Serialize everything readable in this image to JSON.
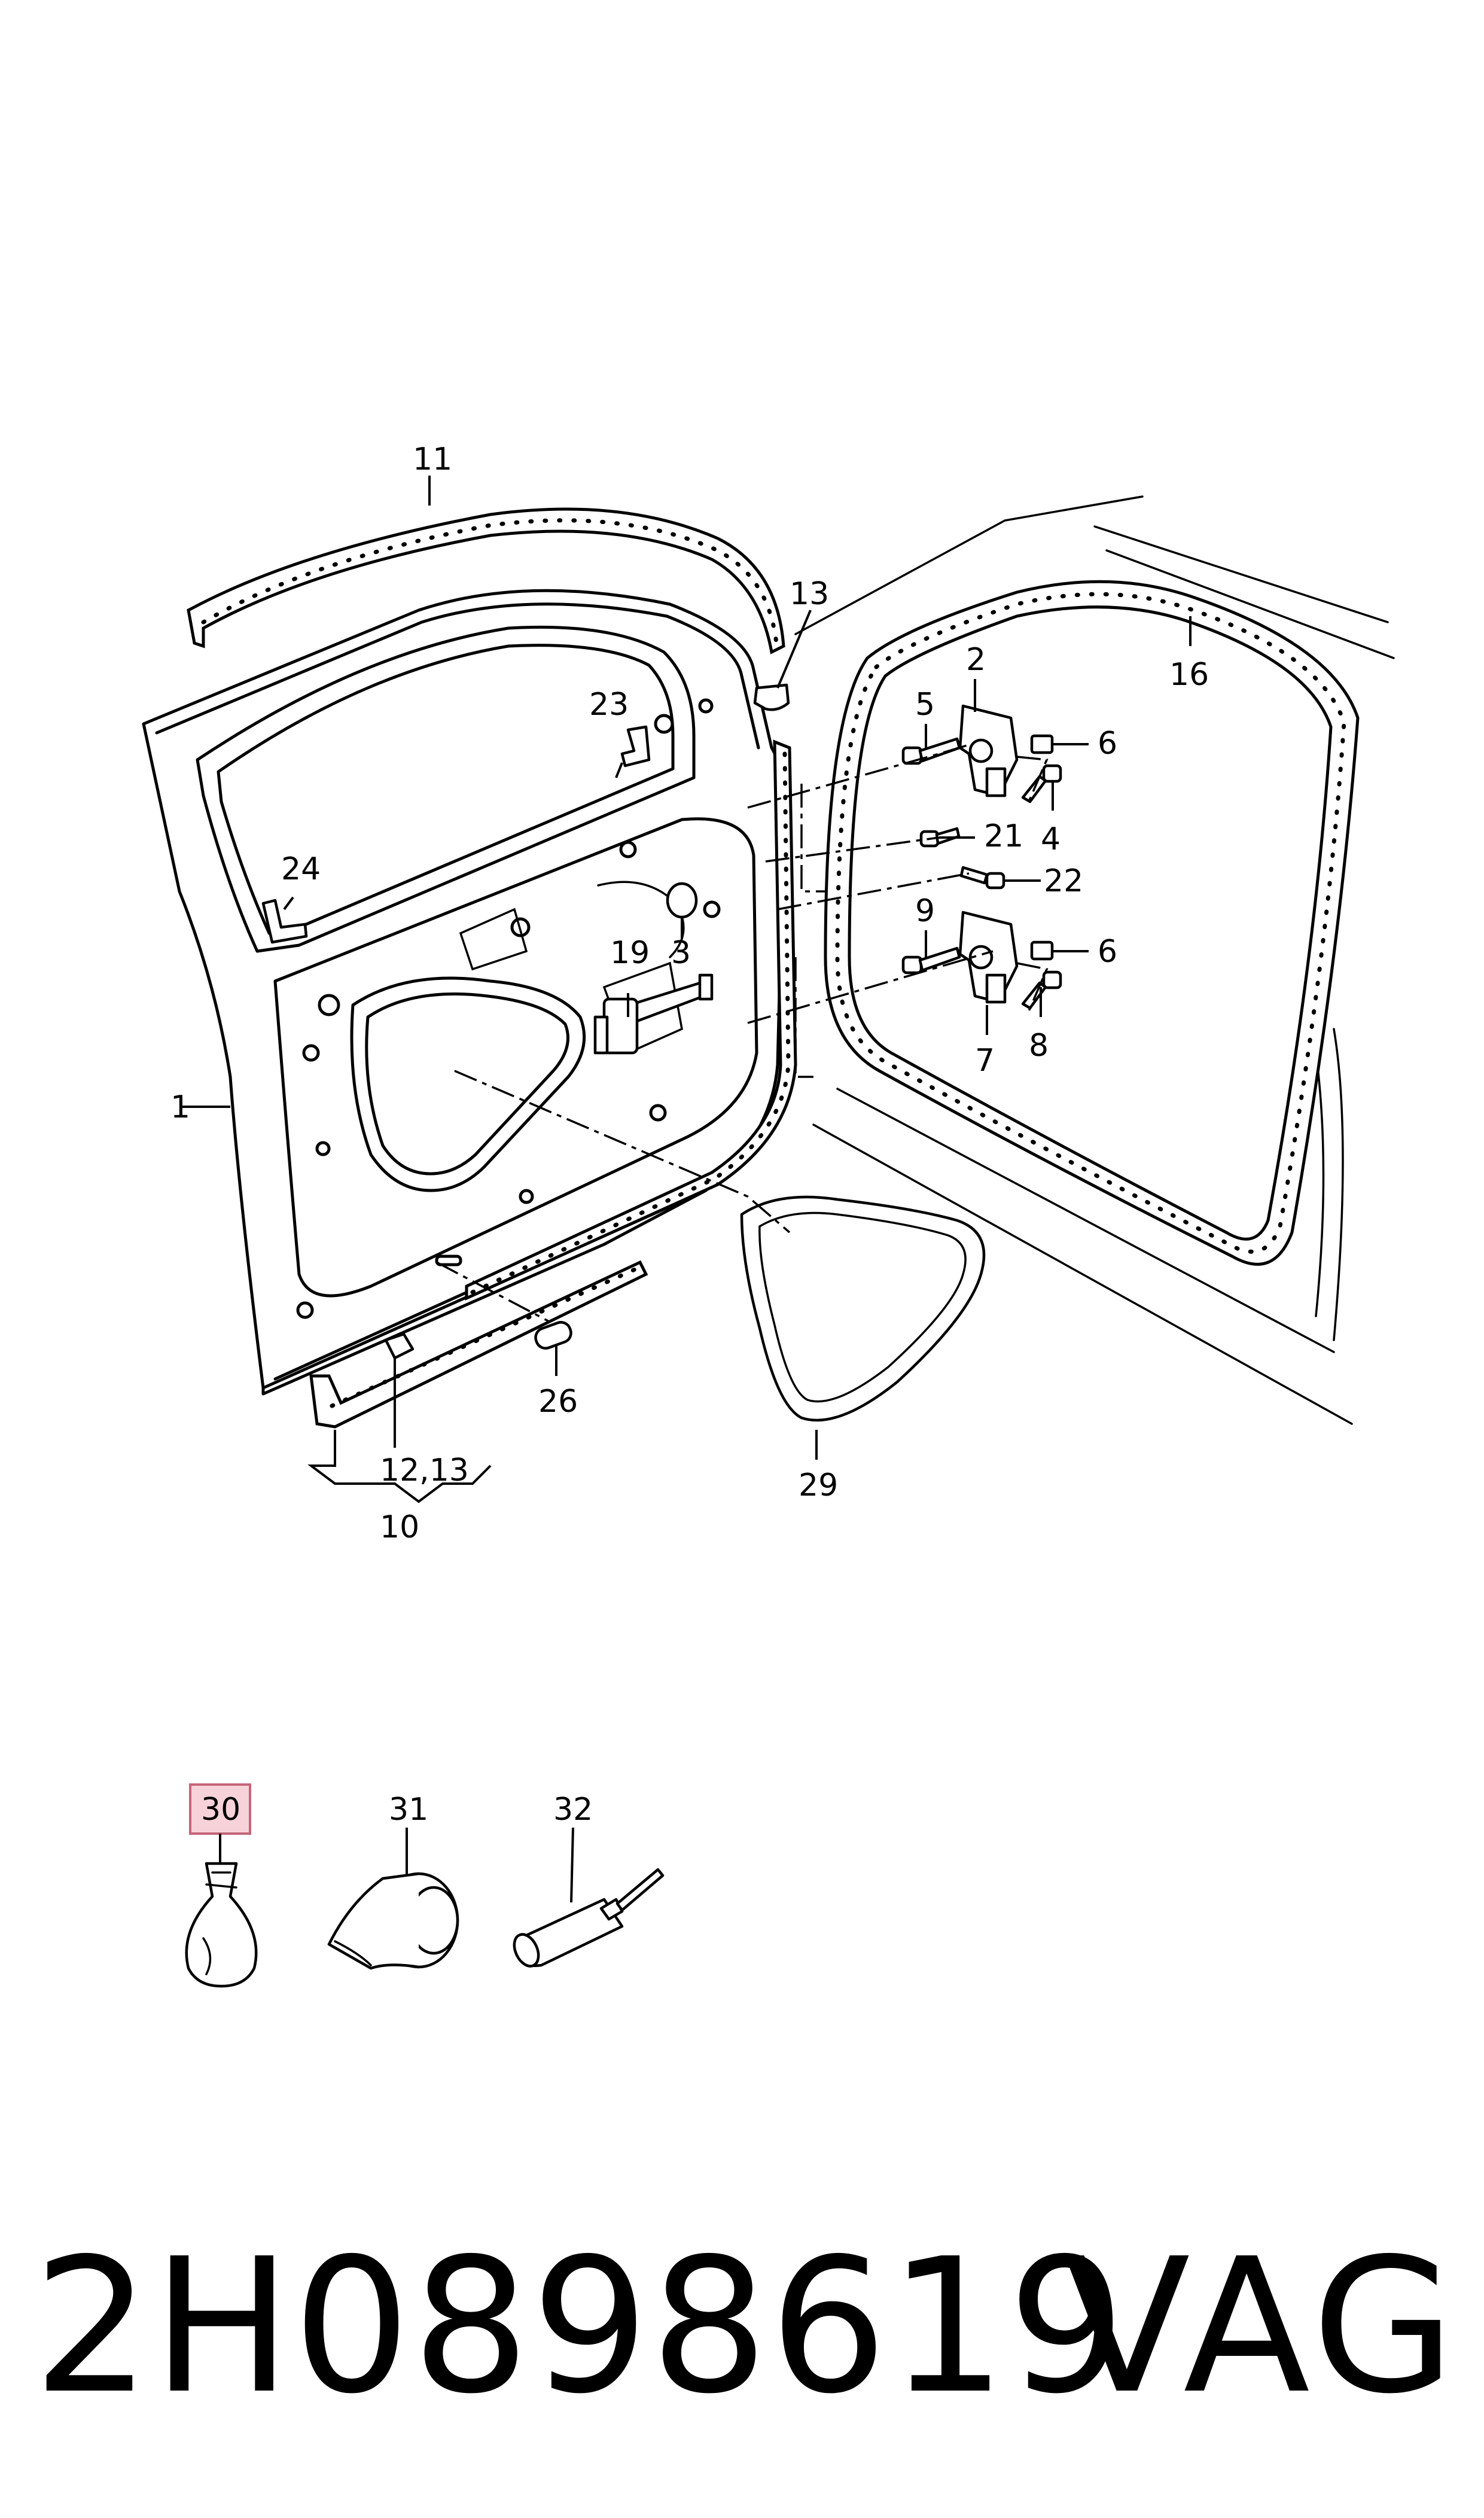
{
  "callouts": {
    "c1": "1",
    "c2": "2",
    "c3": "3",
    "c4": "4",
    "c5": "5",
    "c6a": "6",
    "c6b": "6",
    "c7": "7",
    "c8": "8",
    "c9": "9",
    "c10": "10",
    "c11": "11",
    "c12_13": "12,13",
    "c13": "13",
    "c16": "16",
    "c19": "19",
    "c21": "21",
    "c22": "22",
    "c23": "23",
    "c24": "24",
    "c26": "26",
    "c29": "29",
    "c30": "30",
    "c31": "31",
    "c32": "32"
  },
  "highlight": {
    "color": "#f7d2d8",
    "border": "#c4657a"
  },
  "footer": {
    "part_number": "2H0898619",
    "brand": "VAG"
  }
}
